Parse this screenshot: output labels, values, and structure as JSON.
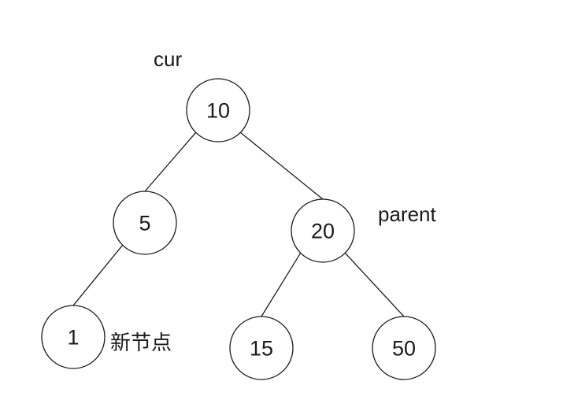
{
  "page": {
    "background_color": "#ffffff",
    "stroke_color": "#1a1a1a"
  },
  "tree": {
    "type": "binary-search-tree",
    "nodes": [
      {
        "id": "n10",
        "value": "10"
      },
      {
        "id": "n5",
        "value": "5"
      },
      {
        "id": "n20",
        "value": "20"
      },
      {
        "id": "n1",
        "value": "1"
      },
      {
        "id": "n15",
        "value": "15"
      },
      {
        "id": "n50",
        "value": "50"
      }
    ],
    "edges": [
      {
        "from": "10",
        "to": "5"
      },
      {
        "from": "10",
        "to": "20"
      },
      {
        "from": "5",
        "to": "1"
      },
      {
        "from": "20",
        "to": "15"
      },
      {
        "from": "20",
        "to": "50"
      }
    ],
    "labels": {
      "cur": {
        "text": "cur",
        "attached_to": "10"
      },
      "parent": {
        "text": "parent",
        "attached_to": "20"
      },
      "new_node": {
        "text": "新节点",
        "attached_to": "1"
      }
    }
  }
}
